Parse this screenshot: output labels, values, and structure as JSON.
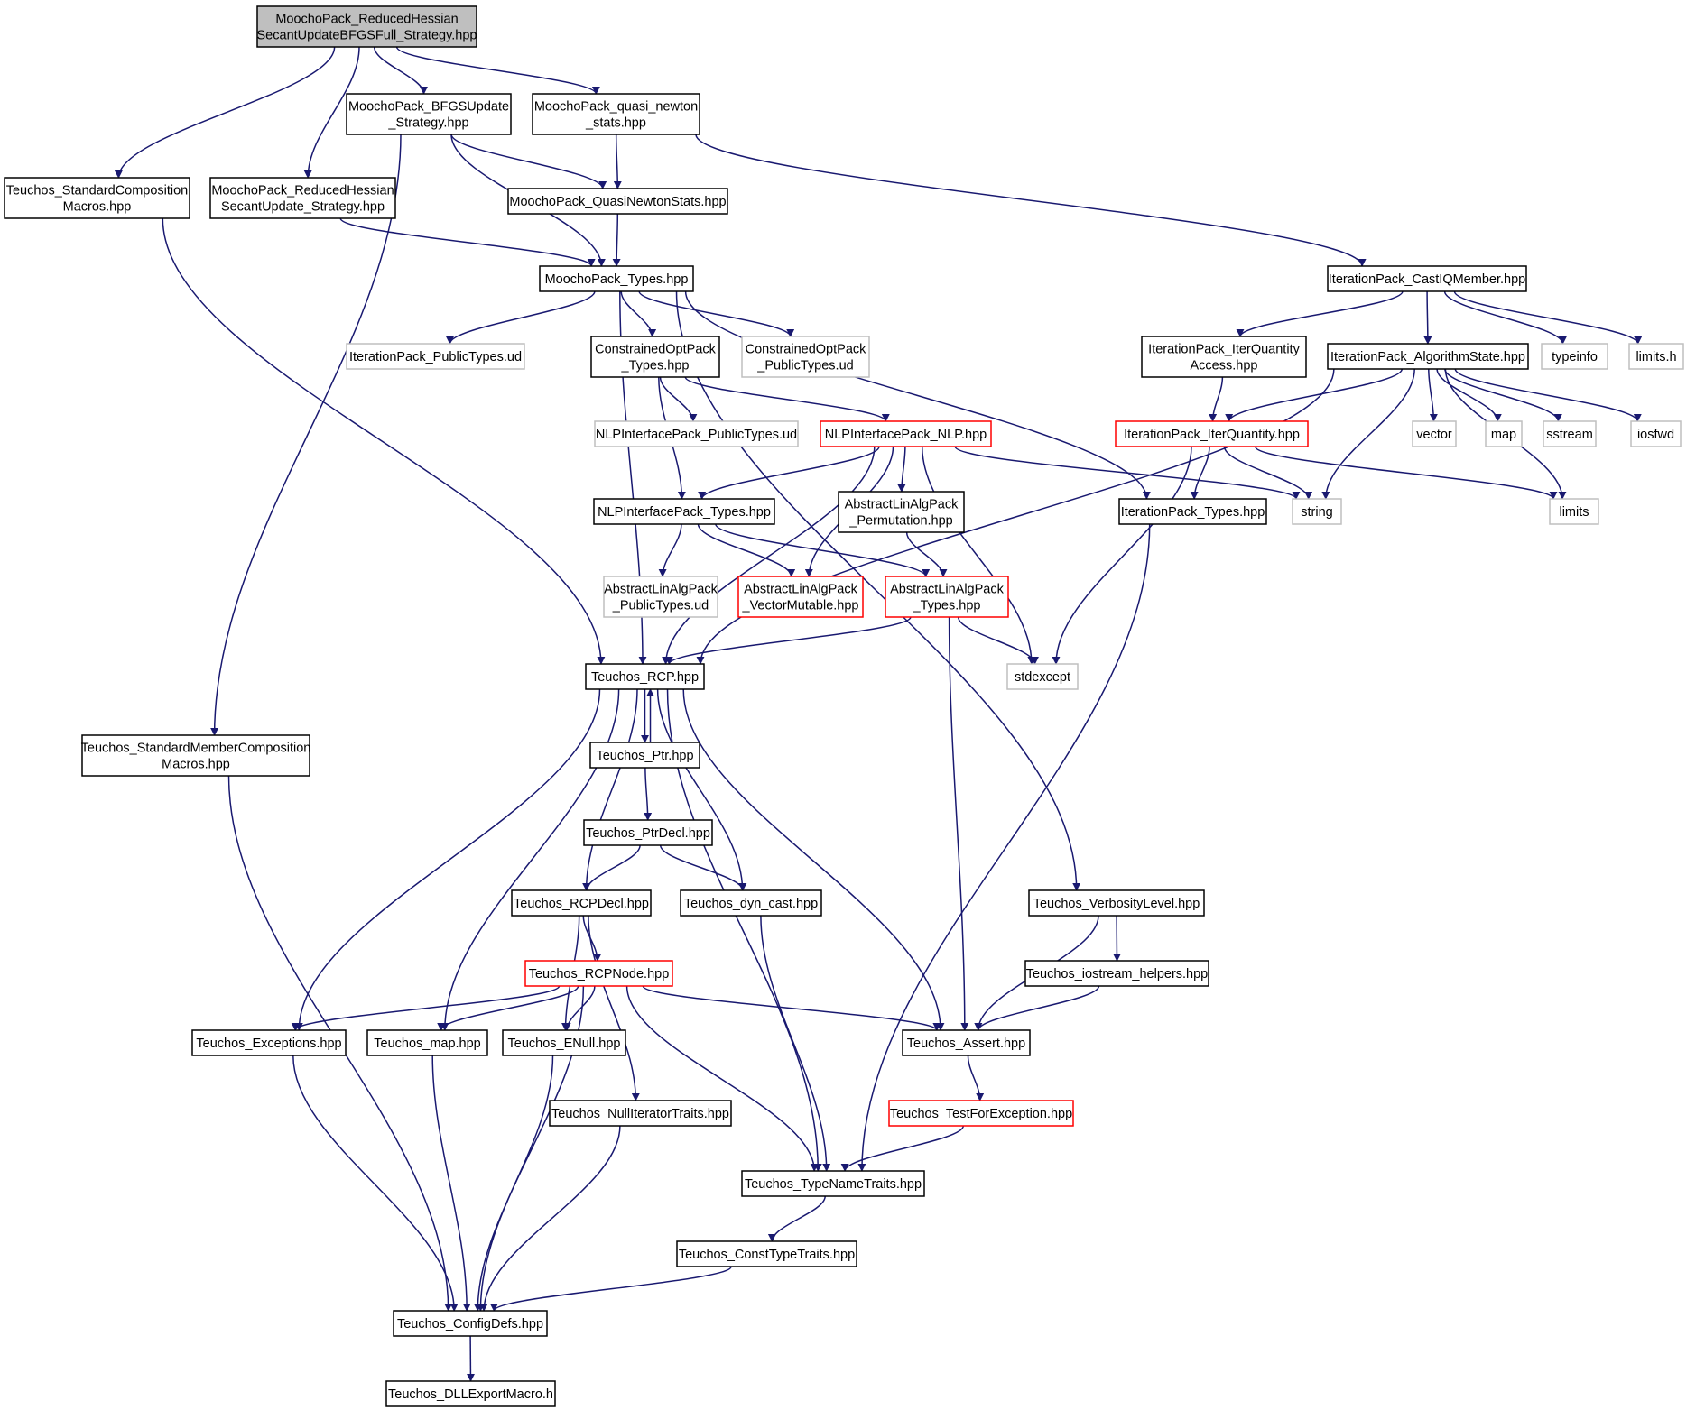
{
  "diagram": {
    "colors": {
      "edge": "#191970",
      "root_fill": "#bfbfbf",
      "border_normal": "#000000",
      "border_red": "#ff0000",
      "border_gray": "#bfbfbf"
    },
    "nodes": [
      {
        "id": "root",
        "kind": "root",
        "lines": [
          "MoochoPack_ReducedHessian",
          "SecantUpdateBFGSFull_Strategy.hpp"
        ]
      },
      {
        "id": "bfgs_update",
        "kind": "normal",
        "lines": [
          "MoochoPack_BFGSUpdate",
          "_Strategy.hpp"
        ]
      },
      {
        "id": "quasi_newton",
        "kind": "normal",
        "lines": [
          "MoochoPack_quasi_newton",
          "_stats.hpp"
        ]
      },
      {
        "id": "std_comp",
        "kind": "normal",
        "lines": [
          "Teuchos_StandardComposition",
          "Macros.hpp"
        ]
      },
      {
        "id": "rh_secant",
        "kind": "normal",
        "lines": [
          "MoochoPack_ReducedHessian",
          "SecantUpdate_Strategy.hpp"
        ]
      },
      {
        "id": "qn_stats",
        "kind": "normal",
        "lines": [
          "MoochoPack_QuasiNewtonStats.hpp"
        ]
      },
      {
        "id": "mp_types",
        "kind": "normal",
        "lines": [
          "MoochoPack_Types.hpp"
        ]
      },
      {
        "id": "castiq",
        "kind": "normal",
        "lines": [
          "IterationPack_CastIQMember.hpp"
        ]
      },
      {
        "id": "ip_pubtypes",
        "kind": "gray",
        "lines": [
          "IterationPack_PublicTypes.ud"
        ]
      },
      {
        "id": "co_types",
        "kind": "normal",
        "lines": [
          "ConstrainedOptPack",
          "_Types.hpp"
        ]
      },
      {
        "id": "co_pubtypes",
        "kind": "gray",
        "lines": [
          "ConstrainedOptPack",
          "_PublicTypes.ud"
        ]
      },
      {
        "id": "iq_access",
        "kind": "normal",
        "lines": [
          "IterationPack_IterQuantity",
          "Access.hpp"
        ]
      },
      {
        "id": "algstate",
        "kind": "normal",
        "lines": [
          "IterationPack_AlgorithmState.hpp"
        ]
      },
      {
        "id": "typeinfo",
        "kind": "gray",
        "lines": [
          "typeinfo"
        ]
      },
      {
        "id": "limits_h",
        "kind": "gray",
        "lines": [
          "limits.h"
        ]
      },
      {
        "id": "nlp_pubtypes",
        "kind": "gray",
        "lines": [
          "NLPInterfacePack_PublicTypes.ud"
        ]
      },
      {
        "id": "nlp",
        "kind": "red",
        "lines": [
          "NLPInterfacePack_NLP.hpp"
        ]
      },
      {
        "id": "iterquantity",
        "kind": "red",
        "lines": [
          "IterationPack_IterQuantity.hpp"
        ]
      },
      {
        "id": "vector",
        "kind": "gray",
        "lines": [
          "vector"
        ]
      },
      {
        "id": "map",
        "kind": "gray",
        "lines": [
          "map"
        ]
      },
      {
        "id": "sstream",
        "kind": "gray",
        "lines": [
          "sstream"
        ]
      },
      {
        "id": "iosfwd",
        "kind": "gray",
        "lines": [
          "iosfwd"
        ]
      },
      {
        "id": "nlp_types",
        "kind": "normal",
        "lines": [
          "NLPInterfacePack_Types.hpp"
        ]
      },
      {
        "id": "ala_perm",
        "kind": "normal",
        "lines": [
          "AbstractLinAlgPack",
          "_Permutation.hpp"
        ]
      },
      {
        "id": "ip_types",
        "kind": "normal",
        "lines": [
          "IterationPack_Types.hpp"
        ]
      },
      {
        "id": "string",
        "kind": "gray",
        "lines": [
          "string"
        ]
      },
      {
        "id": "limits",
        "kind": "gray",
        "lines": [
          "limits"
        ]
      },
      {
        "id": "ala_pubtypes",
        "kind": "gray",
        "lines": [
          "AbstractLinAlgPack",
          "_PublicTypes.ud"
        ]
      },
      {
        "id": "ala_vecmut",
        "kind": "red",
        "lines": [
          "AbstractLinAlgPack",
          "_VectorMutable.hpp"
        ]
      },
      {
        "id": "ala_types",
        "kind": "red",
        "lines": [
          "AbstractLinAlgPack",
          "_Types.hpp"
        ]
      },
      {
        "id": "rcp",
        "kind": "normal",
        "lines": [
          "Teuchos_RCP.hpp"
        ]
      },
      {
        "id": "stdexcept",
        "kind": "gray",
        "lines": [
          "stdexcept"
        ]
      },
      {
        "id": "std_member",
        "kind": "normal",
        "lines": [
          "Teuchos_StandardMemberComposition",
          "Macros.hpp"
        ]
      },
      {
        "id": "ptr",
        "kind": "normal",
        "lines": [
          "Teuchos_Ptr.hpp"
        ]
      },
      {
        "id": "ptrdecl",
        "kind": "normal",
        "lines": [
          "Teuchos_PtrDecl.hpp"
        ]
      },
      {
        "id": "rcpdecl",
        "kind": "normal",
        "lines": [
          "Teuchos_RCPDecl.hpp"
        ]
      },
      {
        "id": "dyncast",
        "kind": "normal",
        "lines": [
          "Teuchos_dyn_cast.hpp"
        ]
      },
      {
        "id": "verbosity",
        "kind": "normal",
        "lines": [
          "Teuchos_VerbosityLevel.hpp"
        ]
      },
      {
        "id": "rcpnode",
        "kind": "red",
        "lines": [
          "Teuchos_RCPNode.hpp"
        ]
      },
      {
        "id": "iostream_helpers",
        "kind": "normal",
        "lines": [
          "Teuchos_iostream_helpers.hpp"
        ]
      },
      {
        "id": "exceptions",
        "kind": "normal",
        "lines": [
          "Teuchos_Exceptions.hpp"
        ]
      },
      {
        "id": "tmap",
        "kind": "normal",
        "lines": [
          "Teuchos_map.hpp"
        ]
      },
      {
        "id": "enull",
        "kind": "normal",
        "lines": [
          "Teuchos_ENull.hpp"
        ]
      },
      {
        "id": "assert",
        "kind": "normal",
        "lines": [
          "Teuchos_Assert.hpp"
        ]
      },
      {
        "id": "nulliter",
        "kind": "normal",
        "lines": [
          "Teuchos_NullIteratorTraits.hpp"
        ]
      },
      {
        "id": "testforexc",
        "kind": "red",
        "lines": [
          "Teuchos_TestForException.hpp"
        ]
      },
      {
        "id": "typename",
        "kind": "normal",
        "lines": [
          "Teuchos_TypeNameTraits.hpp"
        ]
      },
      {
        "id": "consttype",
        "kind": "normal",
        "lines": [
          "Teuchos_ConstTypeTraits.hpp"
        ]
      },
      {
        "id": "configdefs",
        "kind": "normal",
        "lines": [
          "Teuchos_ConfigDefs.hpp"
        ]
      },
      {
        "id": "dllexport",
        "kind": "normal",
        "lines": [
          "Teuchos_DLLExportMacro.h"
        ]
      }
    ],
    "edges": [
      [
        "root",
        "std_comp"
      ],
      [
        "root",
        "rh_secant"
      ],
      [
        "root",
        "bfgs_update"
      ],
      [
        "root",
        "quasi_newton"
      ],
      [
        "bfgs_update",
        "qn_stats"
      ],
      [
        "bfgs_update",
        "mp_types"
      ],
      [
        "bfgs_update",
        "std_member"
      ],
      [
        "quasi_newton",
        "qn_stats"
      ],
      [
        "quasi_newton",
        "castiq"
      ],
      [
        "std_comp",
        "rcp"
      ],
      [
        "rh_secant",
        "mp_types"
      ],
      [
        "qn_stats",
        "mp_types"
      ],
      [
        "mp_types",
        "ip_pubtypes"
      ],
      [
        "mp_types",
        "co_types"
      ],
      [
        "mp_types",
        "co_pubtypes"
      ],
      [
        "mp_types",
        "rcp"
      ],
      [
        "mp_types",
        "ip_types"
      ],
      [
        "mp_types",
        "verbosity"
      ],
      [
        "castiq",
        "iq_access"
      ],
      [
        "castiq",
        "algstate"
      ],
      [
        "castiq",
        "typeinfo"
      ],
      [
        "castiq",
        "limits_h"
      ],
      [
        "co_types",
        "nlp_pubtypes"
      ],
      [
        "co_types",
        "nlp"
      ],
      [
        "co_types",
        "nlp_types"
      ],
      [
        "iq_access",
        "iterquantity"
      ],
      [
        "algstate",
        "iterquantity"
      ],
      [
        "algstate",
        "vector"
      ],
      [
        "algstate",
        "map"
      ],
      [
        "algstate",
        "sstream"
      ],
      [
        "algstate",
        "iosfwd"
      ],
      [
        "algstate",
        "string"
      ],
      [
        "algstate",
        "limits"
      ],
      [
        "algstate",
        "rcp"
      ],
      [
        "nlp",
        "nlp_types"
      ],
      [
        "nlp",
        "ala_perm"
      ],
      [
        "nlp",
        "ala_vecmut"
      ],
      [
        "nlp",
        "string"
      ],
      [
        "nlp",
        "stdexcept"
      ],
      [
        "nlp",
        "rcp"
      ],
      [
        "iterquantity",
        "ip_types"
      ],
      [
        "iterquantity",
        "string"
      ],
      [
        "iterquantity",
        "limits"
      ],
      [
        "iterquantity",
        "stdexcept"
      ],
      [
        "nlp_types",
        "ala_pubtypes"
      ],
      [
        "nlp_types",
        "ala_vecmut"
      ],
      [
        "nlp_types",
        "ala_types"
      ],
      [
        "ala_perm",
        "ala_types"
      ],
      [
        "ip_types",
        "typename"
      ],
      [
        "ala_types",
        "rcp"
      ],
      [
        "ala_types",
        "stdexcept"
      ],
      [
        "ala_types",
        "assert"
      ],
      [
        "rcp",
        "ptr"
      ],
      [
        "rcp",
        "rcpdecl"
      ],
      [
        "rcp",
        "dyncast"
      ],
      [
        "rcp",
        "exceptions"
      ],
      [
        "rcp",
        "tmap"
      ],
      [
        "rcp",
        "assert"
      ],
      [
        "rcp",
        "typename"
      ],
      [
        "ptr",
        "rcp"
      ],
      [
        "ptr",
        "ptrdecl"
      ],
      [
        "ptrdecl",
        "rcpdecl"
      ],
      [
        "ptrdecl",
        "dyncast"
      ],
      [
        "rcpdecl",
        "rcpnode"
      ],
      [
        "rcpdecl",
        "enull"
      ],
      [
        "rcpdecl",
        "nulliter"
      ],
      [
        "dyncast",
        "typename"
      ],
      [
        "verbosity",
        "iostream_helpers"
      ],
      [
        "verbosity",
        "assert"
      ],
      [
        "iostream_helpers",
        "assert"
      ],
      [
        "rcpnode",
        "exceptions"
      ],
      [
        "rcpnode",
        "tmap"
      ],
      [
        "rcpnode",
        "enull"
      ],
      [
        "rcpnode",
        "assert"
      ],
      [
        "rcpnode",
        "typename"
      ],
      [
        "rcpnode",
        "configdefs"
      ],
      [
        "std_member",
        "configdefs"
      ],
      [
        "exceptions",
        "configdefs"
      ],
      [
        "tmap",
        "configdefs"
      ],
      [
        "enull",
        "configdefs"
      ],
      [
        "nulliter",
        "configdefs"
      ],
      [
        "assert",
        "testforexc"
      ],
      [
        "testforexc",
        "typename"
      ],
      [
        "typename",
        "consttype"
      ],
      [
        "consttype",
        "configdefs"
      ],
      [
        "configdefs",
        "dllexport"
      ]
    ]
  }
}
